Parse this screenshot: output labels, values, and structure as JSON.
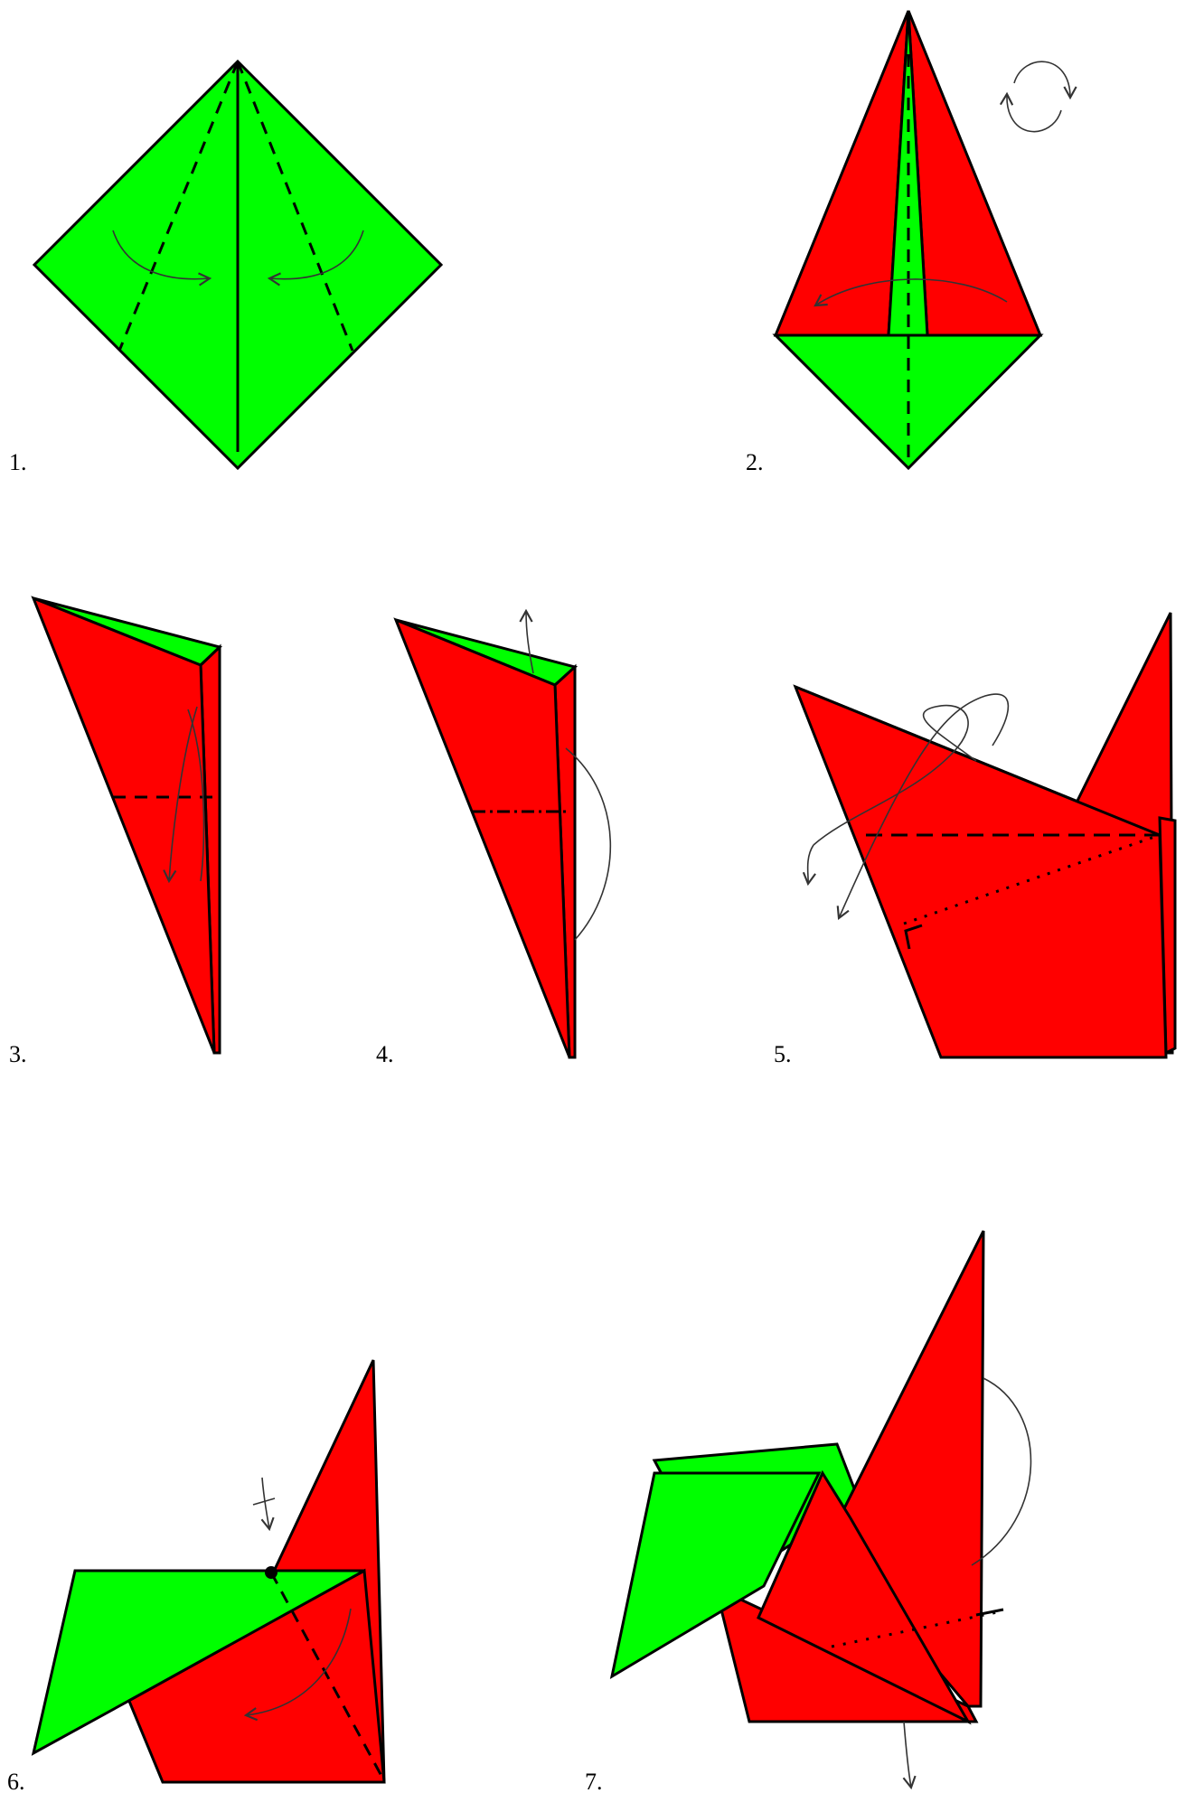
{
  "colors": {
    "front": "#00ff00",
    "back": "#ff0000",
    "line": "#000000"
  },
  "steps": [
    {
      "label": "1.",
      "icon": "kite-fold"
    },
    {
      "label": "2.",
      "icon": "turn-over-and-fold-in-half"
    },
    {
      "label": "3.",
      "icon": "valley-fold-down"
    },
    {
      "label": "4.",
      "icon": "mountain-fold-back"
    },
    {
      "label": "5.",
      "icon": "reverse-fold"
    },
    {
      "label": "6.",
      "icon": "pivot-fold"
    },
    {
      "label": "7.",
      "icon": "fold-behind"
    }
  ]
}
